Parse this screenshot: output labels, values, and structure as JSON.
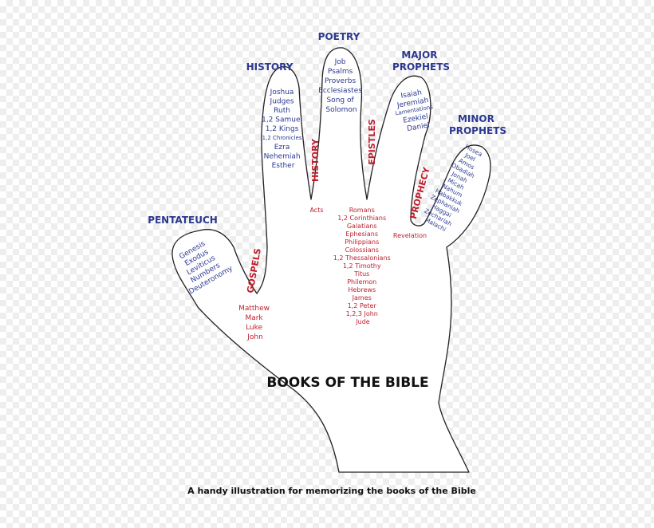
{
  "colors": {
    "blue": "#2b3990",
    "red": "#be1e2d",
    "outline": "#231f20",
    "title": "#111111"
  },
  "categories": {
    "poetry": "POETRY",
    "history": "HISTORY",
    "major_prophets": [
      "MAJOR",
      "PROPHETS"
    ],
    "minor_prophets": [
      "MINOR",
      "PROPHETS"
    ],
    "pentateuch": "PENTATEUCH"
  },
  "finger_labels": {
    "history": "HISTORY",
    "epistles": "EPISTLES",
    "prophecy": "PROPHECY",
    "gospels": "GOSPELS"
  },
  "books": {
    "pentateuch": [
      "Genesis",
      "Exodus",
      "Leviticus",
      "Numbers",
      "Deuteronomy"
    ],
    "history": [
      "Joshua",
      "Judges",
      "Ruth",
      "1,2 Samuel",
      "1,2 Kings",
      "1,2 Chronicles",
      "Ezra",
      "Nehemiah",
      "Esther"
    ],
    "poetry": [
      "Job",
      "Psalms",
      "Proverbs",
      "Ecclesiastes",
      "Song of",
      "Solomon"
    ],
    "major_prophets": [
      "Isaiah",
      "Jeremiah",
      "Lamentations",
      "Ezekiel",
      "Daniel"
    ],
    "minor_prophets": [
      "Hosea",
      "Joel",
      "Amos",
      "Obadiah",
      "Jonah",
      "Micah",
      "Nahum",
      "Habakkuk",
      "Zephaniah",
      "Haggai",
      "Zechariah",
      "Malachi"
    ],
    "gospels": [
      "Matthew",
      "Mark",
      "Luke",
      "John"
    ],
    "acts": "Acts",
    "epistles": [
      "Romans",
      "1,2 Corinthians",
      "Galatians",
      "Ephesians",
      "Philippians",
      "Colossians",
      "1,2 Thessalonians",
      "1,2 Timothy",
      "Titus",
      "Philemon",
      "Hebrews",
      "James",
      "1,2 Peter",
      "1,2,3 John",
      "Jude"
    ],
    "revelation": "Revelation"
  },
  "title": "BOOKS OF THE BIBLE",
  "caption": "A handy illustration for memorizing the books of the Bible"
}
